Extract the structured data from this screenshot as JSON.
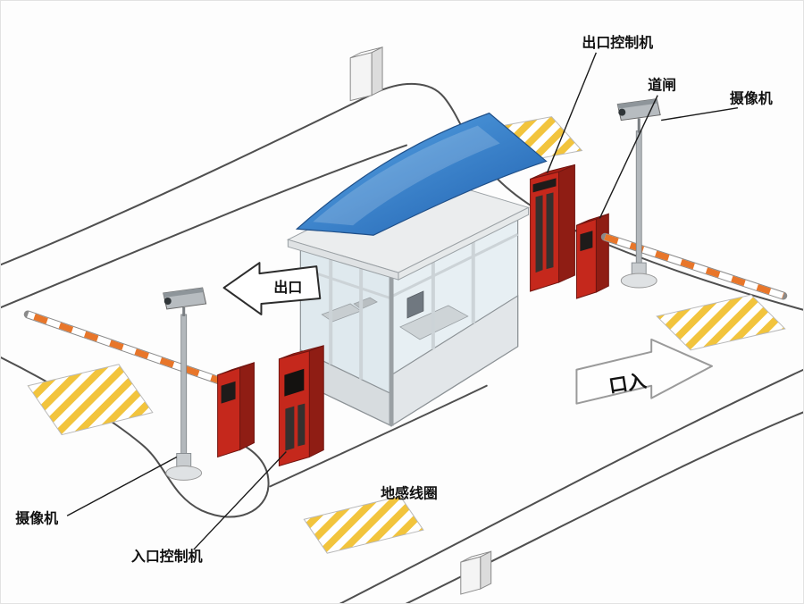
{
  "diagram": {
    "labels": {
      "exit_controller": "出口控制机",
      "barrier_gate": "道闸",
      "camera_top_right": "摄像机",
      "camera_bottom_left": "摄像机",
      "entrance_controller": "入口控制机",
      "ground_loop": "地感线圈",
      "exit_arrow": "出口",
      "entrance_arrow": "口入"
    },
    "colors": {
      "machine_red": "#c5281c",
      "machine_red_dark": "#8f1d14",
      "canopy_blue": "#2f7fd0",
      "stripe_yellow": "#f2c43d",
      "arm_orange": "#e8762a",
      "road_line": "#4f4f4f",
      "label_text": "#111111"
    }
  }
}
